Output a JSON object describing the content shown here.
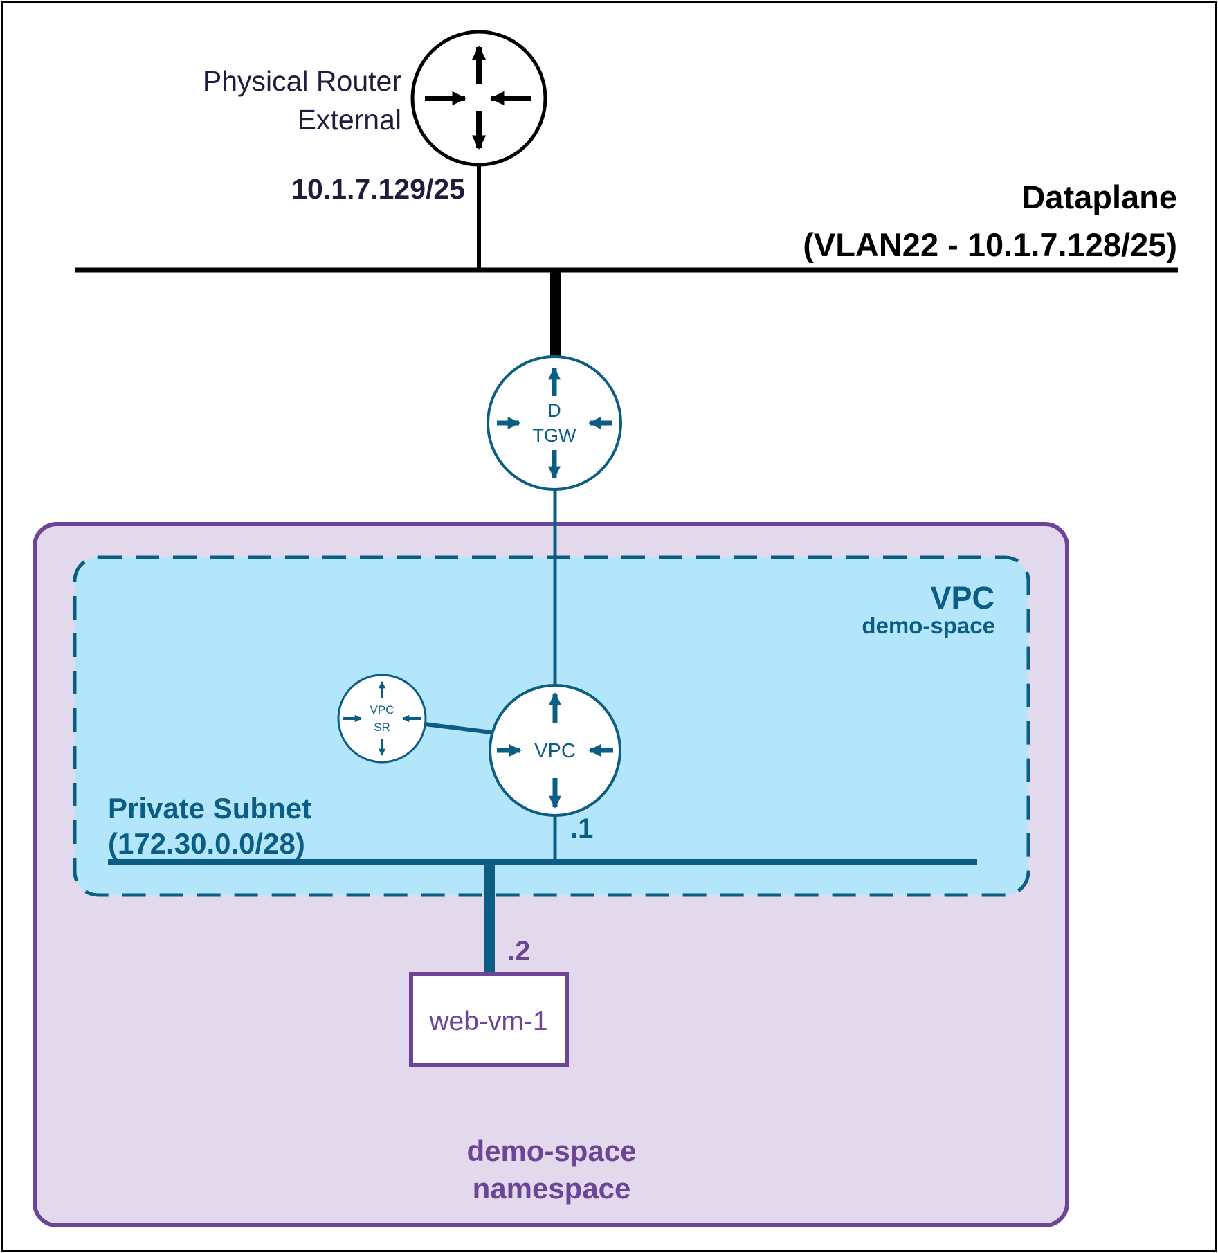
{
  "colors": {
    "blue": "#0c5d83",
    "purple": "#6d4597",
    "namespace_fill": "#e2daec",
    "vpc_fill": "#b3e5fb",
    "black": "#000000"
  },
  "physical_router": {
    "label_line1": "Physical Router",
    "label_line2": "External",
    "ip": "10.1.7.129/25",
    "icon": "router-icon"
  },
  "dataplane": {
    "title": "Dataplane",
    "subtitle": "(VLAN22 - 10.1.7.128/25)"
  },
  "tgw": {
    "label_line1": "D",
    "label_line2": "TGW",
    "icon": "router-icon"
  },
  "vpc": {
    "title": "VPC",
    "subtitle": "demo-space",
    "router_label": "VPC",
    "sr_line1": "VPC",
    "sr_line2": "SR"
  },
  "subnet": {
    "title": "Private Subnet",
    "cidr": "(172.30.0.0/28)",
    "router_ip": ".1",
    "vm_ip": ".2"
  },
  "vm": {
    "name": "web-vm-1"
  },
  "namespace": {
    "line1": "demo-space",
    "line2": "namespace"
  }
}
